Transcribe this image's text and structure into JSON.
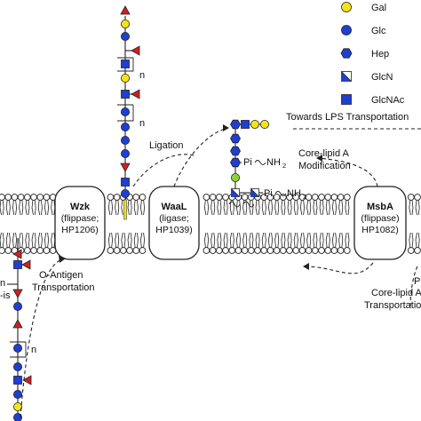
{
  "legend": {
    "items": [
      {
        "name": "Gal",
        "shape": "circle",
        "color": "#f5e21b"
      },
      {
        "name": "Glc",
        "shape": "circle",
        "color": "#1f3fd1"
      },
      {
        "name": "Hep",
        "shape": "hexagon",
        "color": "#1f3fd1"
      },
      {
        "name": "GlcN",
        "shape": "half-square",
        "color": "#1f3fd1"
      },
      {
        "name": "GlcNAc",
        "shape": "square",
        "color": "#1f3fd1"
      }
    ]
  },
  "proteins": {
    "wzk": {
      "name": "Wzk",
      "line1": "(flippase;",
      "line2": "HP1206)"
    },
    "waal": {
      "name": "WaaL",
      "line1": "(ligase;",
      "line2": "HP1039)"
    },
    "msba": {
      "name": "MsbA",
      "line1": "(flippase)",
      "line2": "HP1082)"
    }
  },
  "labels": {
    "ligation": "Ligation",
    "towards_lps": "Towards LPS Transportation",
    "core_lipid_mod_1": "Core-lipid A",
    "core_lipid_mod_2": "Modification",
    "oantigen_1": "O-Antigen",
    "oantigen_2": "Transportation",
    "corelipid_trans_1": "Core-lipid A",
    "corelipid_trans_2": "Transportatio",
    "n_repeat_1": "n",
    "n_repeat_2": "n",
    "n_repeat_3": "n",
    "pi_nh2_1": "Pi",
    "nh2_1": "NH",
    "sub2_1": "2",
    "pi_nh2_2": "Pi",
    "nh2_2": "NH",
    "sub2_2": "2",
    "left_cut_1": "n",
    "left_cut_2": "-is",
    "right_cut": "P"
  },
  "colors": {
    "blue": "#1f3fd1",
    "yellow": "#f5e21b",
    "red": "#d21f1f",
    "green": "#8bd13a",
    "black": "#222222"
  }
}
